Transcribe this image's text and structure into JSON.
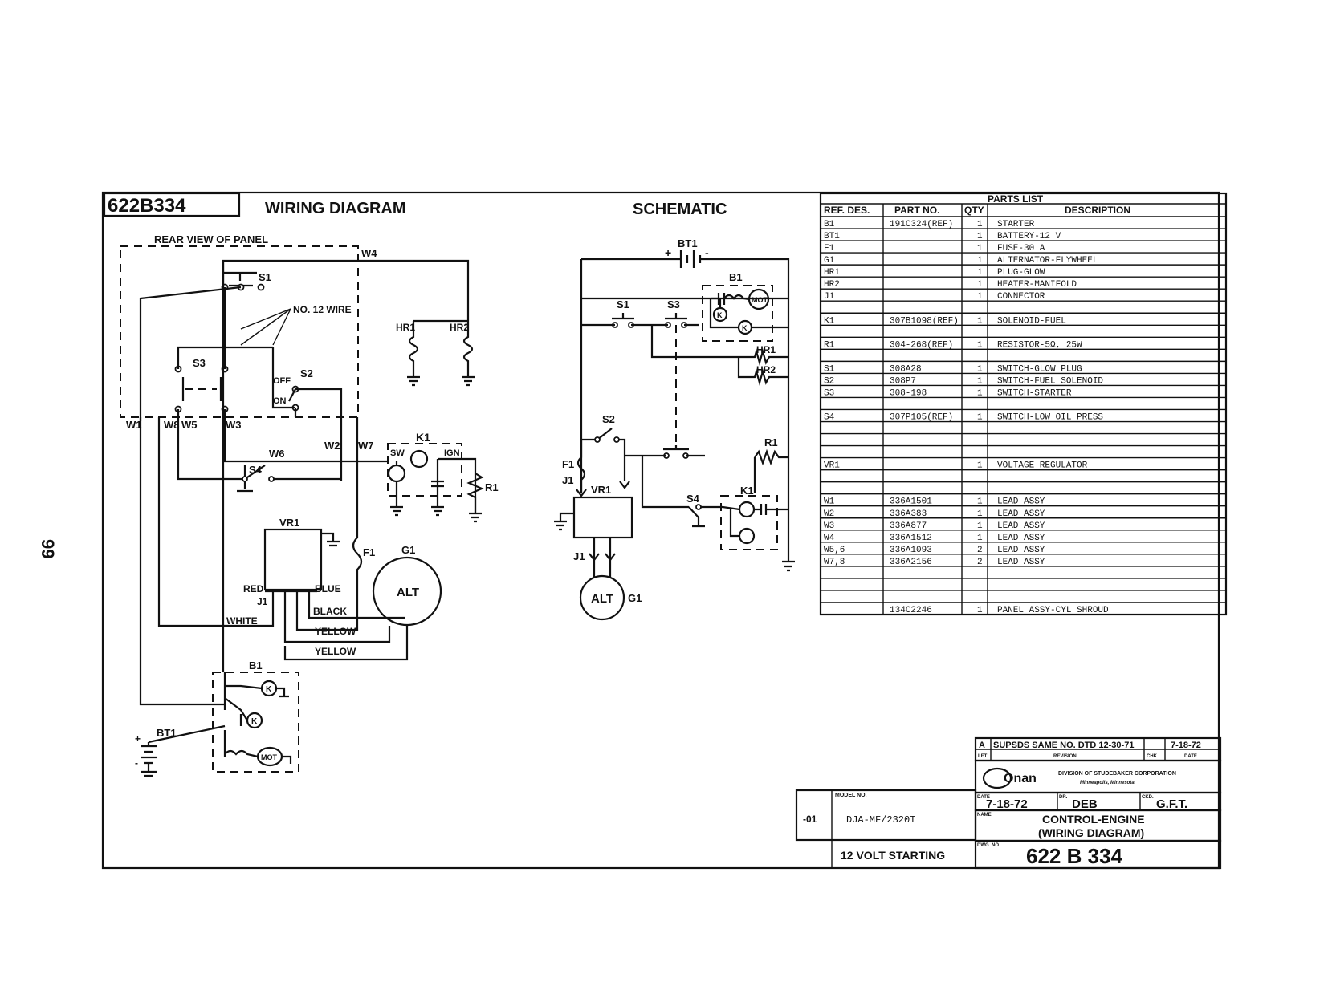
{
  "page_number": "99",
  "drawing_number": "622B334",
  "titles": {
    "wiring": "WIRING DIAGRAM",
    "schematic": "SCHEMATIC",
    "rear_view": "REAR VIEW OF PANEL"
  },
  "wiring_labels": {
    "s1": "S1",
    "s2": "S2",
    "s3": "S3",
    "s4": "S4",
    "no12wire": "NO. 12 WIRE",
    "off": "OFF",
    "on": "ON",
    "w1": "W1",
    "w2": "W2",
    "w3": "W3",
    "w4": "W4",
    "w5": "W5",
    "w6": "W6",
    "w7": "W7",
    "w8": "W8",
    "hr1": "HR1",
    "hr2": "HR2",
    "k1": "K1",
    "sw": "SW",
    "ign": "IGN",
    "r1": "R1",
    "vr1": "VR1",
    "f1": "F1",
    "g1": "G1",
    "alt": "ALT",
    "j1": "J1",
    "red": "RED",
    "blue": "BLUE",
    "black": "BLACK",
    "white": "WHITE",
    "yellow1": "YELLOW",
    "yellow2": "YELLOW",
    "b1": "B1",
    "k": "K",
    "mot": "MOT",
    "bt1": "BT1"
  },
  "schematic_labels": {
    "bt1": "BT1",
    "plus": "+",
    "minus": "-",
    "b1": "B1",
    "mot": "MOT",
    "k": "K",
    "s1": "S1",
    "s3": "S3",
    "hr1": "HR1",
    "hr2": "HR2",
    "s2": "S2",
    "f1": "F1",
    "j1": "J1",
    "vr1": "VR1",
    "r1": "R1",
    "k1": "K1",
    "s4": "S4",
    "alt": "ALT",
    "g1": "G1"
  },
  "parts_list": {
    "title": "PARTS LIST",
    "headers": [
      "REF. DES.",
      "PART NO.",
      "QTY",
      "DESCRIPTION"
    ],
    "rows": [
      [
        "B1",
        "191C324(REF)",
        "1",
        "STARTER"
      ],
      [
        "BT1",
        "",
        "1",
        "BATTERY-12 V"
      ],
      [
        "F1",
        "",
        "1",
        "FUSE-30 A"
      ],
      [
        "G1",
        "",
        "1",
        "ALTERNATOR-FLYWHEEL"
      ],
      [
        "HR1",
        "",
        "1",
        "PLUG-GLOW"
      ],
      [
        "HR2",
        "",
        "1",
        "HEATER-MANIFOLD"
      ],
      [
        "J1",
        "",
        "1",
        "CONNECTOR"
      ],
      [
        "",
        "",
        "",
        ""
      ],
      [
        "K1",
        "307B1098(REF)",
        "1",
        "SOLENOID-FUEL"
      ],
      [
        "",
        "",
        "",
        ""
      ],
      [
        "R1",
        "304-268(REF)",
        "1",
        "RESISTOR-5Ω, 25W"
      ],
      [
        "",
        "",
        "",
        ""
      ],
      [
        "S1",
        "308A28",
        "1",
        "SWITCH-GLOW PLUG"
      ],
      [
        "S2",
        "308P7",
        "1",
        "SWITCH-FUEL SOLENOID"
      ],
      [
        "S3",
        "308-198",
        "1",
        "SWITCH-STARTER"
      ],
      [
        "",
        "",
        "",
        ""
      ],
      [
        "S4",
        "307P105(REF)",
        "1",
        "SWITCH-LOW OIL PRESS"
      ],
      [
        "",
        "",
        "",
        ""
      ],
      [
        "",
        "",
        "",
        ""
      ],
      [
        "",
        "",
        "",
        ""
      ],
      [
        "VR1",
        "",
        "1",
        "VOLTAGE REGULATOR"
      ],
      [
        "",
        "",
        "",
        ""
      ],
      [
        "",
        "",
        "",
        ""
      ],
      [
        "W1",
        "336A1501",
        "1",
        "LEAD ASSY"
      ],
      [
        "W2",
        "336A383",
        "1",
        "LEAD ASSY"
      ],
      [
        "W3",
        "336A877",
        "1",
        "LEAD ASSY"
      ],
      [
        "W4",
        "336A1512",
        "1",
        "LEAD ASSY"
      ],
      [
        "W5,6",
        "336A1093",
        "2",
        "LEAD ASSY"
      ],
      [
        "W7,8",
        "336A2156",
        "2",
        "LEAD ASSY"
      ],
      [
        "",
        "",
        "",
        ""
      ],
      [
        "",
        "",
        "",
        ""
      ],
      [
        "",
        "",
        "",
        ""
      ],
      [
        "",
        "134C2246",
        "1",
        "PANEL ASSY-CYL SHROUD"
      ]
    ]
  },
  "title_block": {
    "rev_letter": "A",
    "rev_text": "SUPSDS SAME NO. DTD 12-30-71",
    "rev_date": "7-18-72",
    "ltr_label": "LET.",
    "revision_label": "REVISION",
    "chk_label": "CHK.",
    "date_label": "DATE",
    "company": "Onan",
    "division": "DIVISION OF STUDEBAKER CORPORATION",
    "city": "Minneapolis, Minnesota",
    "date_field": "DATE",
    "date_value": "7-18-72",
    "dr_field": "DR.",
    "dr_value": "DEB",
    "ckd_field": "CKD.",
    "ckd_value": "G.F.T.",
    "name_field": "NAME",
    "name_value1": "CONTROL-ENGINE",
    "name_value2": "(WIRING DIAGRAM)",
    "dwg_field": "DWG. NO.",
    "dwg_value": "622 B 334",
    "model_field": "MODEL NO.",
    "model_dash": "-01",
    "model_value": "DJA-MF/2320T",
    "starting": "12 VOLT STARTING"
  }
}
